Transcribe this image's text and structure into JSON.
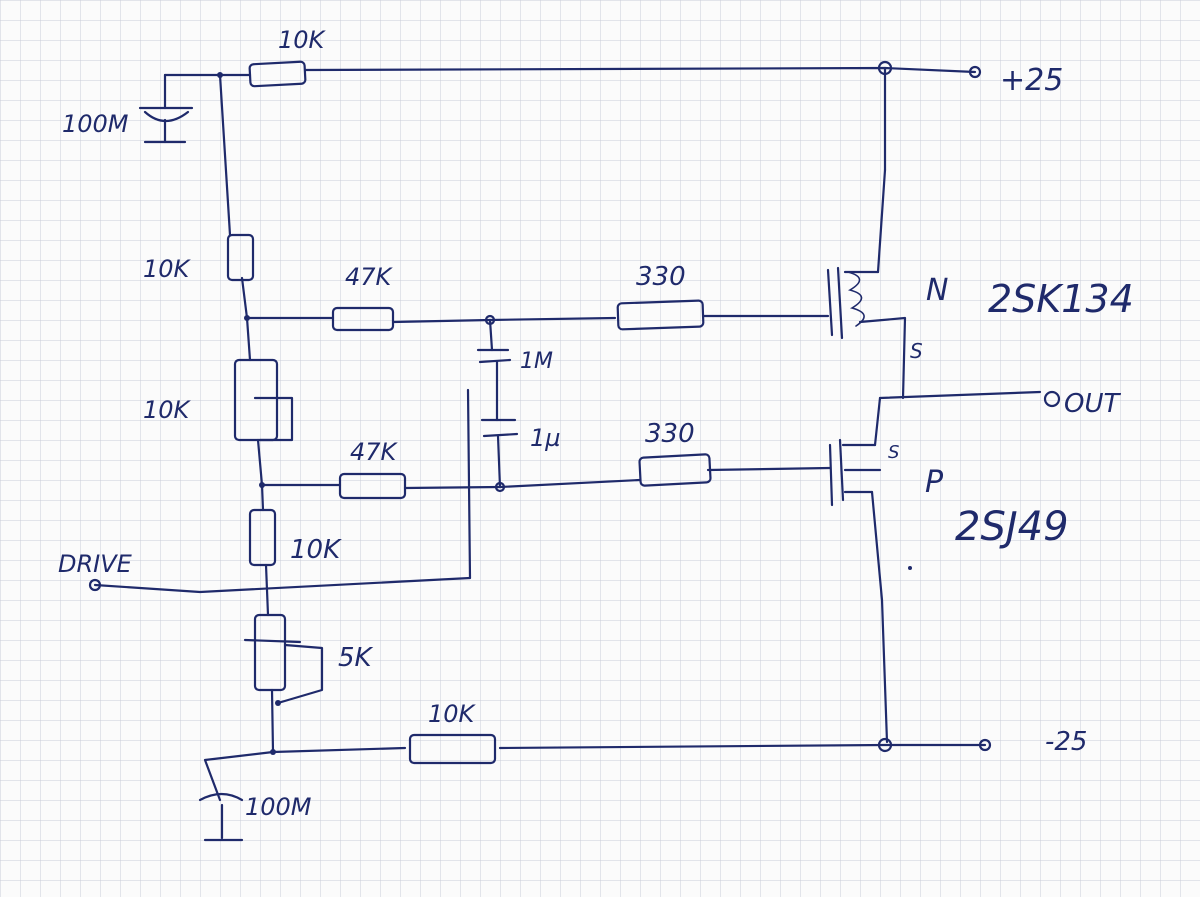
{
  "labels": {
    "r_top": "10K",
    "cap_top": "100M",
    "plus_rail": "+25",
    "r_left1": "10K",
    "r_mid_n": "47K",
    "r_gate_n": "330",
    "nmos_type": "N",
    "nmos_part": "2SK134",
    "cap1": "1M",
    "source_n": "S",
    "r_left2": "10K",
    "out": "OUT",
    "cap2": "1µ",
    "r_mid_p": "47K",
    "r_gate_p": "330",
    "source_p": "S",
    "pmos_type": "P",
    "pmos_part": "2SJ49",
    "drive": "DRIVE",
    "r_left3": "10K",
    "trim": "5K",
    "r_bottom": "10K",
    "minus_rail": "-25",
    "cap_bottom": "100M"
  },
  "colors": {
    "ink": "#1f2a6b",
    "grid": "#c9ccd8",
    "paper": "#fbfbfb"
  }
}
